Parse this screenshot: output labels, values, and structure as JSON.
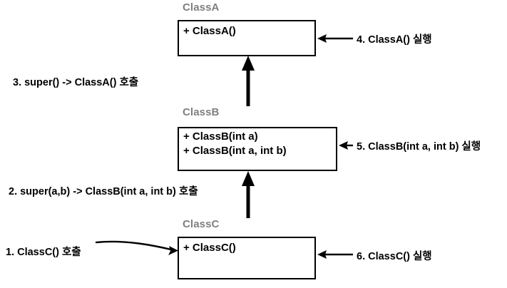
{
  "diagram": {
    "title": "Constructor chaining inheritance diagram",
    "colors": {
      "class_title": "#808080",
      "stroke": "#000000",
      "background": "#ffffff"
    },
    "classes": [
      {
        "name": "ClassA",
        "members": [
          "+ ClassA()"
        ]
      },
      {
        "name": "ClassB",
        "members": [
          "+ ClassB(int a)",
          "+ ClassB(int a, int b)"
        ]
      },
      {
        "name": "ClassC",
        "members": [
          "+ ClassC()"
        ]
      }
    ],
    "notes": [
      {
        "id": "note-1",
        "text": "1. ClassC() 호출"
      },
      {
        "id": "note-2",
        "text": "2. super(a,b) -> ClassB(int a, int b) 호출"
      },
      {
        "id": "note-3",
        "text": "3. super() -> ClassA() 호출"
      },
      {
        "id": "note-4",
        "text": "4. ClassA() 실행"
      },
      {
        "id": "note-5",
        "text": "5. ClassB(int a, int b) 실행"
      },
      {
        "id": "note-6",
        "text": "6. ClassC() 실행"
      }
    ],
    "connectors": [
      {
        "name": "inheritance-classb-to-classa",
        "kind": "generalization-arrow"
      },
      {
        "name": "inheritance-classc-to-classb",
        "kind": "generalization-arrow"
      },
      {
        "name": "call-arrow-into-classc",
        "kind": "curved-arrow"
      },
      {
        "name": "leader-note-4",
        "kind": "leader-arrow"
      },
      {
        "name": "leader-note-5",
        "kind": "leader-arrow"
      },
      {
        "name": "leader-note-6",
        "kind": "leader-arrow"
      }
    ]
  }
}
